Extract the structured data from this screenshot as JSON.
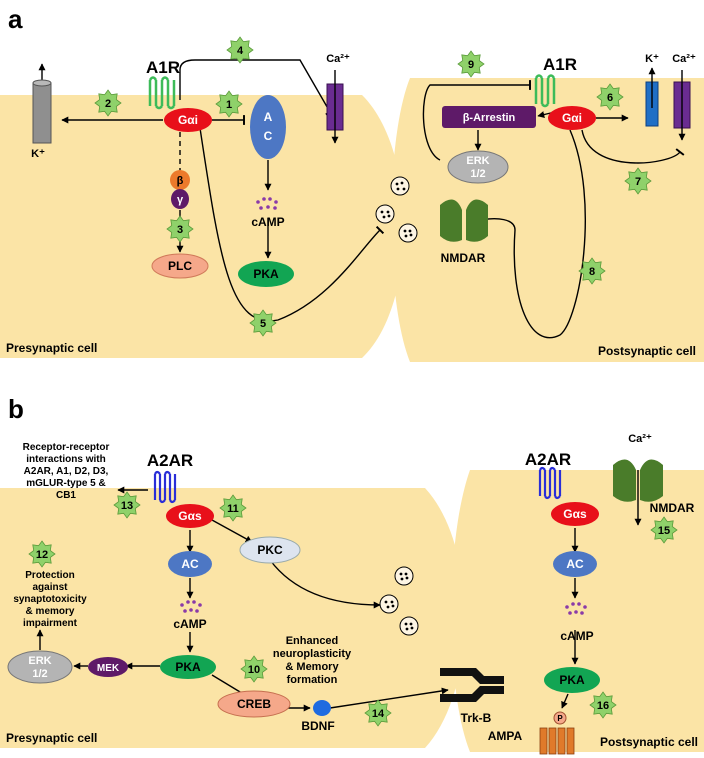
{
  "panel_a": {
    "panel_letter": "a",
    "pre_label": "Presynaptic cell",
    "post_label": "Postsynaptic cell",
    "a1r_pre": "A1R",
    "a1r_post": "A1R",
    "gai_pre": "Gαi",
    "gai_post": "Gαi",
    "ac_top": "A",
    "ac_bottom": "C",
    "camp": "cAMP",
    "pka": "PKA",
    "beta": "β",
    "gamma": "γ",
    "plc": "PLC",
    "k_pre": "K⁺",
    "ca_pre": "Ca²⁺",
    "k_post": "K⁺",
    "ca_post": "Ca²⁺",
    "barrestin": "β-Arrestin",
    "erk_l1": "ERK",
    "erk_l2": "1/2",
    "nmdar": "NMDAR",
    "badges": [
      "1",
      "2",
      "3",
      "4",
      "5",
      "6",
      "7",
      "8",
      "9"
    ]
  },
  "panel_b": {
    "panel_letter": "b",
    "pre_label": "Presynaptic cell",
    "post_label": "Postsynaptic cell",
    "a2ar_pre": "A2AR",
    "a2ar_post": "A2AR",
    "gas_pre": "Gαs",
    "gas_post": "Gαs",
    "ac_pre": "AC",
    "ac_post": "AC",
    "camp_pre": "cAMP",
    "camp_post": "cAMP",
    "pka_pre": "PKA",
    "pka_post": "PKA",
    "pkc": "PKC",
    "mek": "MEK",
    "erk_l1": "ERK",
    "erk_l2": "1/2",
    "creb": "CREB",
    "bdnf": "BDNF",
    "trkb": "Trk-B",
    "nmdar": "NMDAR",
    "ca": "Ca²⁺",
    "ampa": "AMPA",
    "p": "P",
    "receptor_text": [
      "Receptor-receptor",
      "interactions with",
      "A2AR, A1, D2, D3,",
      "mGLUR-type 5 &",
      "CB1"
    ],
    "protection_text": [
      "Protection",
      "against",
      "synaptotoxicity",
      "& memory",
      "impairment"
    ],
    "enhanced_text": [
      "Enhanced",
      "neuroplasticity",
      "& Memory",
      "formation"
    ],
    "badges": [
      "10",
      "11",
      "12",
      "13",
      "14",
      "15",
      "16"
    ]
  },
  "colors": {
    "cell": "#fbe4a6",
    "gprotein": "#e8101a",
    "ac": "#4d77c4",
    "pka": "#12a553",
    "plc": "#f5a88a",
    "beta": "#ec7a2b",
    "gamma": "#5e1a68",
    "erk": "#b4b4b4",
    "arrestin": "#5e1a68",
    "receptor": "#3dbb59",
    "receptor_b": "#2a2ed8",
    "channel_ca": "#6a2c91",
    "channel_k_post": "#1f6fc6",
    "channel_k_pre": "#8f8f8f",
    "nmdar": "#4a7c2a",
    "badge": "#8fd16a",
    "pkc": "#dde4ef",
    "creb": "#f5a88a",
    "bdnf": "#1f6be0",
    "ampa": "#e07a2a",
    "vesicle": "#fdf5e4"
  },
  "icons": {
    "badge": "star-badge-icon",
    "vesicle": "vesicle-icon",
    "receptor": "gpcr-icon",
    "channel": "ion-channel-icon"
  }
}
